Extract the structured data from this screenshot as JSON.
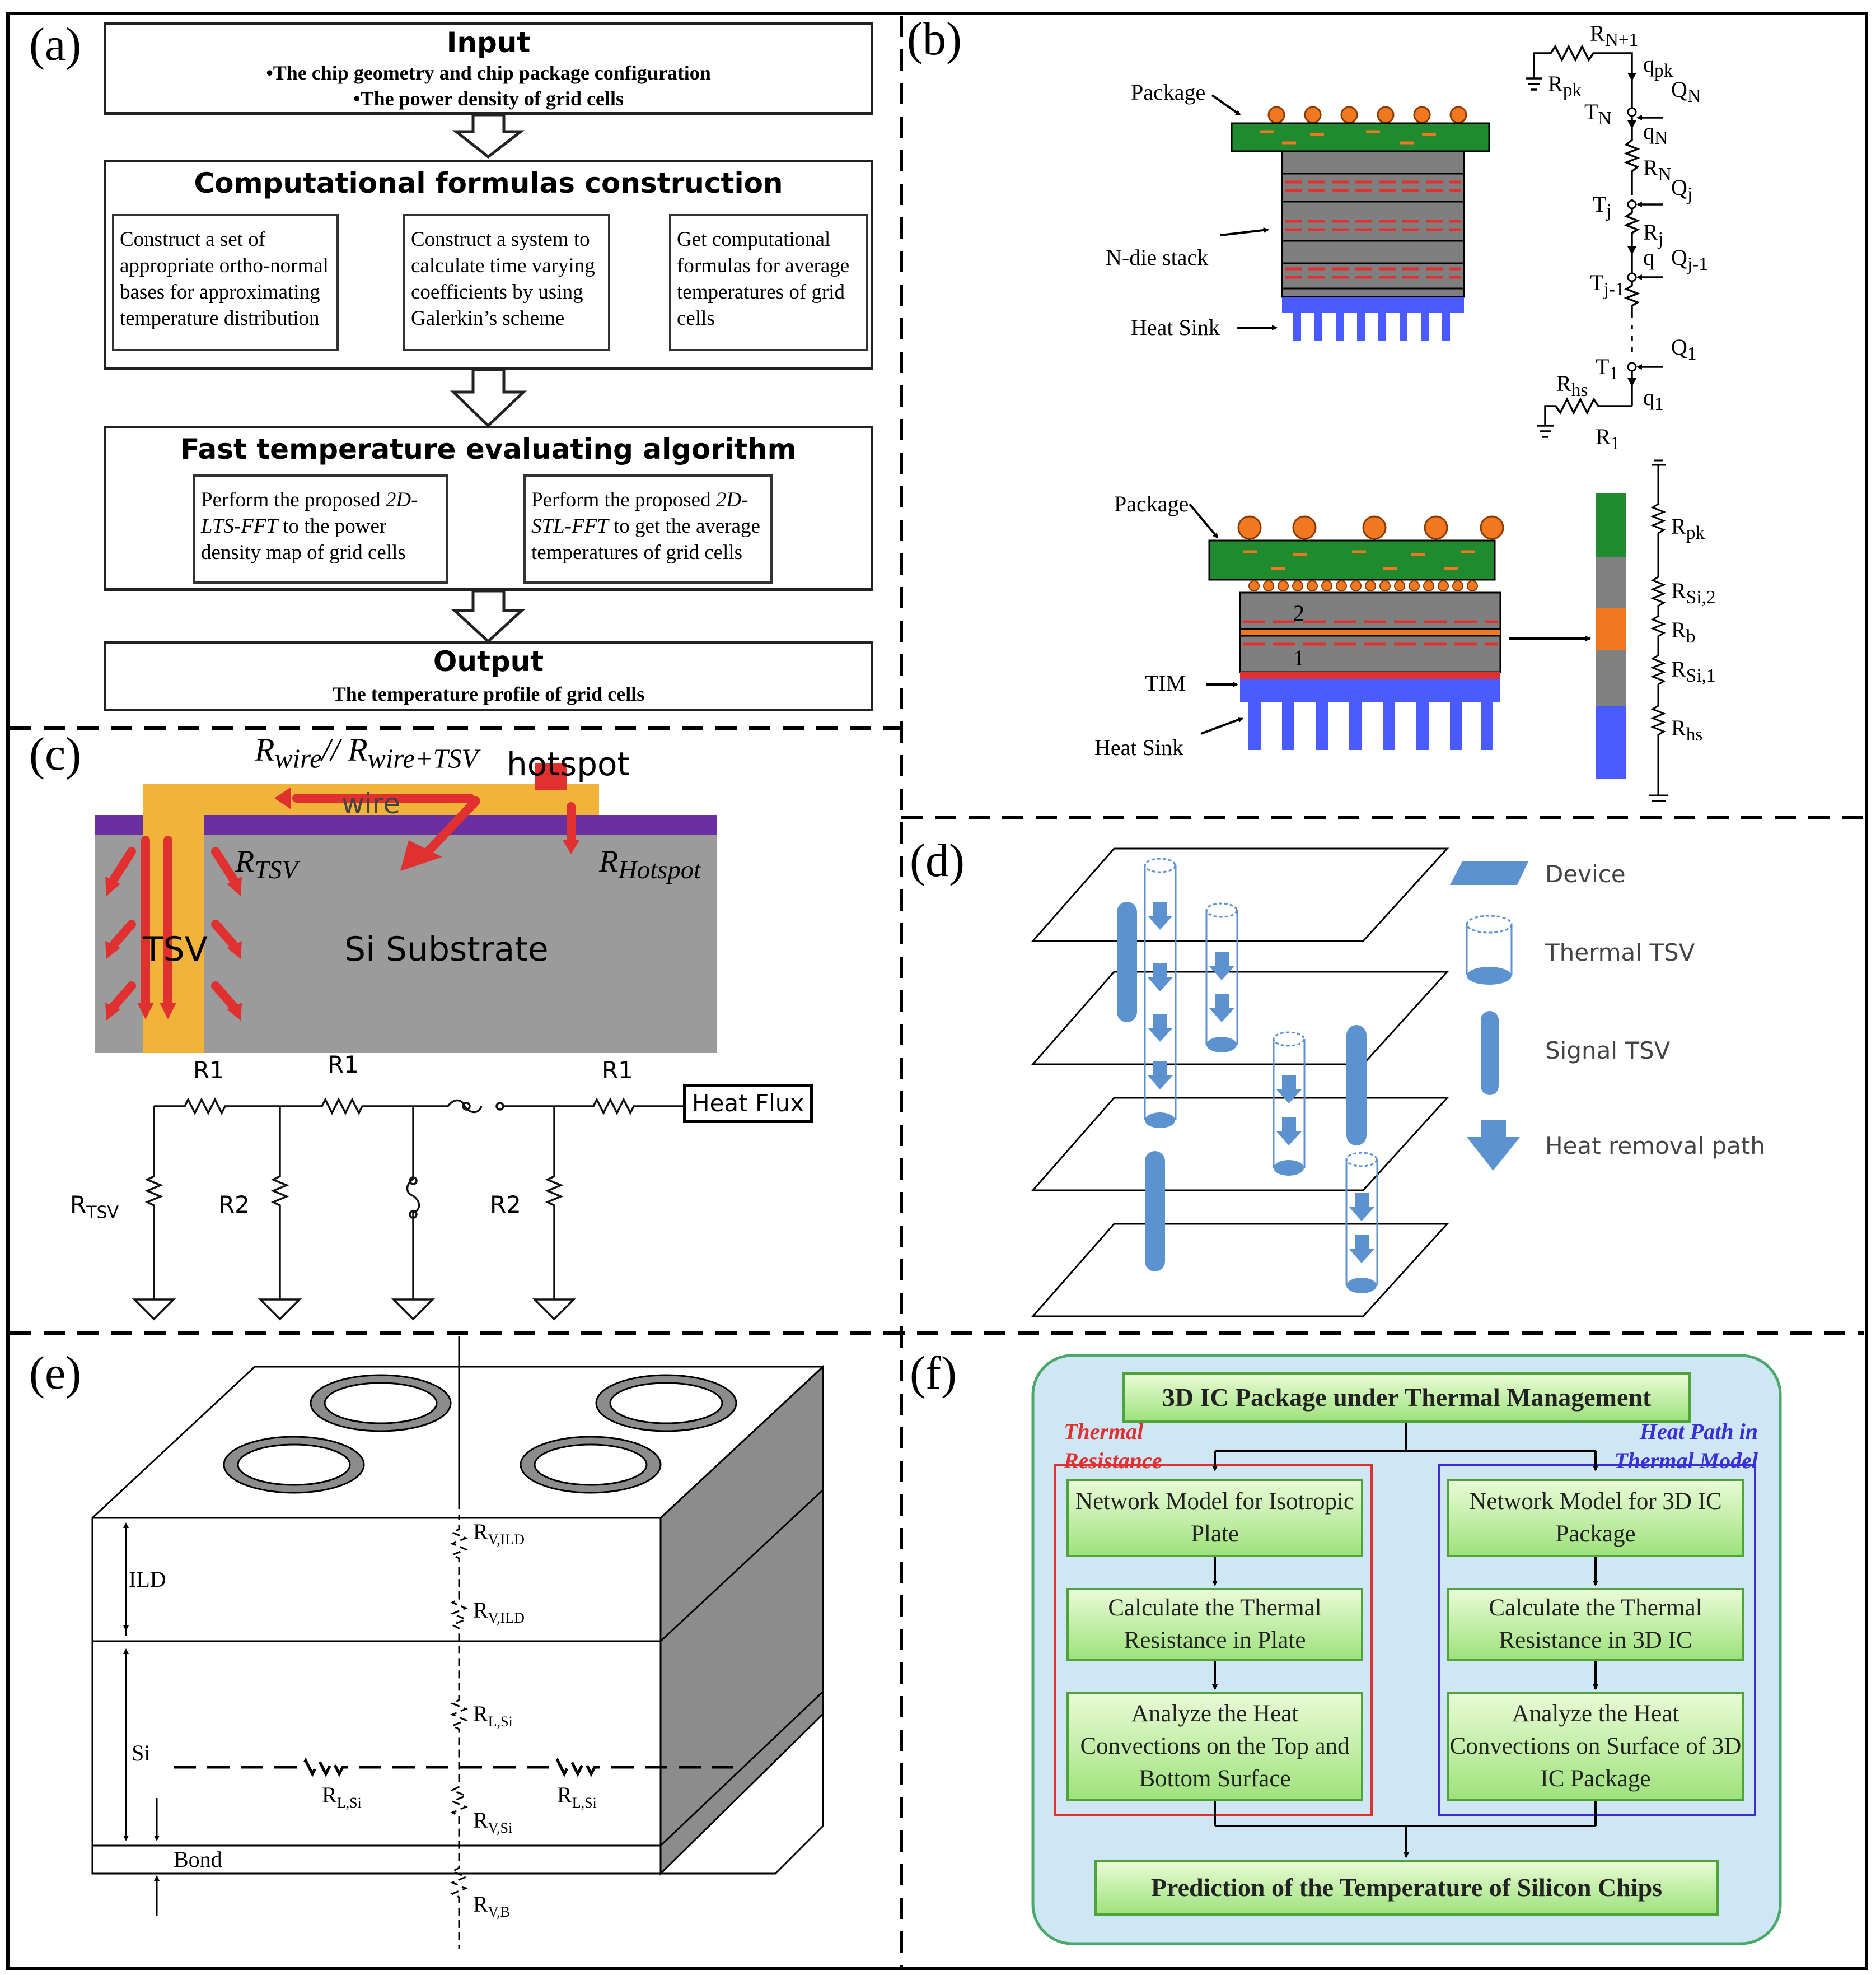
{
  "panels": {
    "a": {
      "label": "(a)",
      "input": {
        "title": "Input",
        "lines": [
          "•The chip geometry and chip package configuration",
          "•The power density of grid cells"
        ]
      },
      "construction": {
        "title": "Computational formulas construction",
        "steps": [
          "Construct a set of appropriate ortho-normal bases for approximating temperature distribution",
          "Construct a system to calculate time varying coefficients by using Galerkin’s scheme",
          "Get computational formulas for average temperatures of grid cells"
        ]
      },
      "algorithm": {
        "title": "Fast temperature evaluating algorithm",
        "step1_pre": "Perform the proposed ",
        "step1_em": "2D-LTS-FFT",
        "step1_post": " to the power density map of grid cells",
        "step2_pre": "Perform the proposed ",
        "step2_em": "2D-STL-FFT",
        "step2_post": " to get the average temperatures of grid cells"
      },
      "output": {
        "title": "Output",
        "line": "The temperature profile of grid cells"
      }
    },
    "b": {
      "label": "(b)",
      "top_labels": {
        "package": "Package",
        "ndie": "N-die stack",
        "heatsink": "Heat Sink"
      },
      "circuit_labels": {
        "rn1": "R",
        "rn1_sub": "N+1",
        "qpk": "q",
        "qpk_sub": "pk",
        "rpk": "R",
        "rpk_sub": "pk",
        "QN": "Q",
        "QN_sub": "N",
        "TN": "T",
        "TN_sub": "N",
        "qN": "q",
        "qN_sub": "N",
        "RN": "R",
        "RN_sub": "N",
        "Tj": "T",
        "Tj_sub": "j",
        "Qj": "Q",
        "Qj_sub": "j",
        "Rj": "R",
        "Rj_sub": "j",
        "q": "q",
        "Qj1": "Q",
        "Qj1_sub": "j-1",
        "Tj1": "T",
        "Tj1_sub": "j-1",
        "Q1": "Q",
        "Q1_sub": "1",
        "T1": "T",
        "T1_sub": "1",
        "Rhs": "R",
        "Rhs_sub": "hs",
        "q1": "q",
        "q1_sub": "1",
        "R1": "R",
        "R1_sub": "1"
      },
      "bottom_labels": {
        "package": "Package",
        "tim": "TIM",
        "heatsink": "Heat Sink",
        "die2": "2",
        "die1": "1",
        "rpk": "R",
        "rpk_sub": "pk",
        "rsi2": "R",
        "rsi2_sub": "Si,2",
        "rb": "R",
        "rb_sub": "b",
        "rsi1": "R",
        "rsi1_sub": "Si,1",
        "rhs": "R",
        "rhs_sub": "hs"
      },
      "colors": {
        "package": "#1f8a2e",
        "die": "#808080",
        "bond": "#f07820",
        "sink": "#4a5cff",
        "dash": "#e03030",
        "ball": "#f07820"
      }
    },
    "c": {
      "label": "(c)",
      "rwire": "R",
      "rwire_sub": "wire",
      "rwire_sep": "// R",
      "rwire2_sub": "wire+TSV",
      "wire": "wire",
      "hotspot": "hotspot",
      "rtsv": "R",
      "rtsv_sub": "TSV",
      "rhot": "R",
      "rhot_sub": "Hotspot",
      "tsv": "TSV",
      "substrate": "Si Substrate",
      "r1": "R1",
      "r2": "R2",
      "rtsv_res": "R",
      "rtsv_res_sub": "TSV",
      "heatflux": "Heat Flux"
    },
    "d": {
      "label": "(d)",
      "legend": [
        "Device",
        "Thermal TSV",
        "Signal TSV",
        "Heat removal path"
      ]
    },
    "e": {
      "label": "(e)",
      "ild": "ILD",
      "si": "Si",
      "bond": "Bond",
      "rv_ild": "R",
      "rv_ild_sub": "V,ILD",
      "rl_si": "R",
      "rl_si_sub": "L,Si",
      "rv_si": "R",
      "rv_si_sub": "V,Si",
      "rv_b": "R",
      "rv_b_sub": "V,B"
    },
    "f": {
      "label": "(f)",
      "top": "3D IC Package under Thermal Management",
      "left_tag": "Thermal Resistance",
      "right_tag": "Heat Path in Thermal Model",
      "left_steps": [
        "Network Model for Isotropic Plate",
        "Calculate the Thermal Resistance in Plate",
        "Analyze the Heat Convections on the Top and Bottom Surface"
      ],
      "right_steps": [
        "Network Model for 3D IC Package",
        "Calculate the Thermal Resistance in 3D IC",
        "Analyze the Heat Convections on Surface of 3D IC Package"
      ],
      "bottom": "Prediction of the Temperature of Silicon Chips",
      "colors": {
        "frame": "#cfe6f5",
        "frame_border": "#4aa86a",
        "left_border": "#e03030",
        "right_border": "#3b2fd6"
      }
    }
  }
}
